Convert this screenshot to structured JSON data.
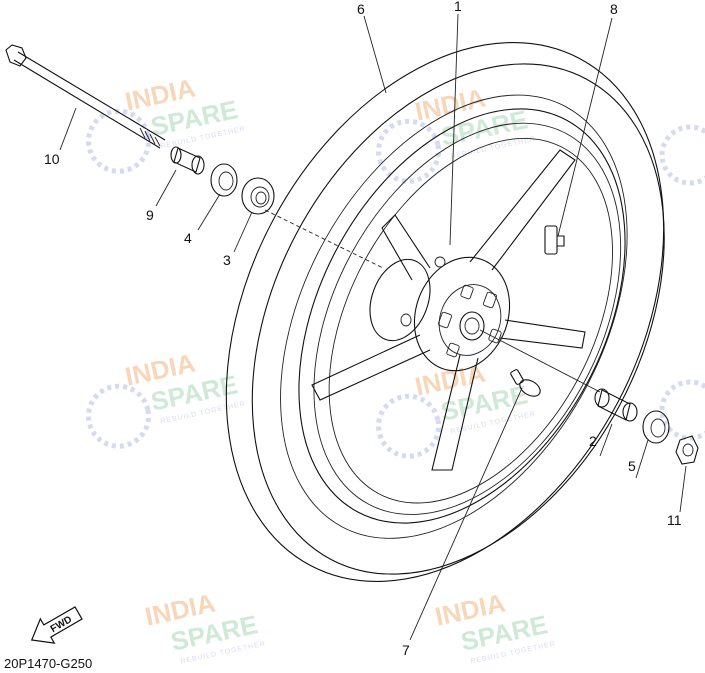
{
  "part_numbers": {
    "p1": "1",
    "p2": "2",
    "p3": "3",
    "p4": "4",
    "p5": "5",
    "p6": "6",
    "p7": "7",
    "p8": "8",
    "p9": "9",
    "p10": "10",
    "p11": "11"
  },
  "direction_arrow": {
    "label": "FWD"
  },
  "diagram_code": "20P1470-G250",
  "watermark": {
    "line1": "INDIA",
    "line2": "SPARE",
    "tagline": "REBUILD TOGETHER"
  },
  "colors": {
    "line": "#111111",
    "watermark_orange": "#f6c9a2",
    "watermark_green": "#bfe2c8",
    "watermark_blue": "#c9cdf0"
  }
}
